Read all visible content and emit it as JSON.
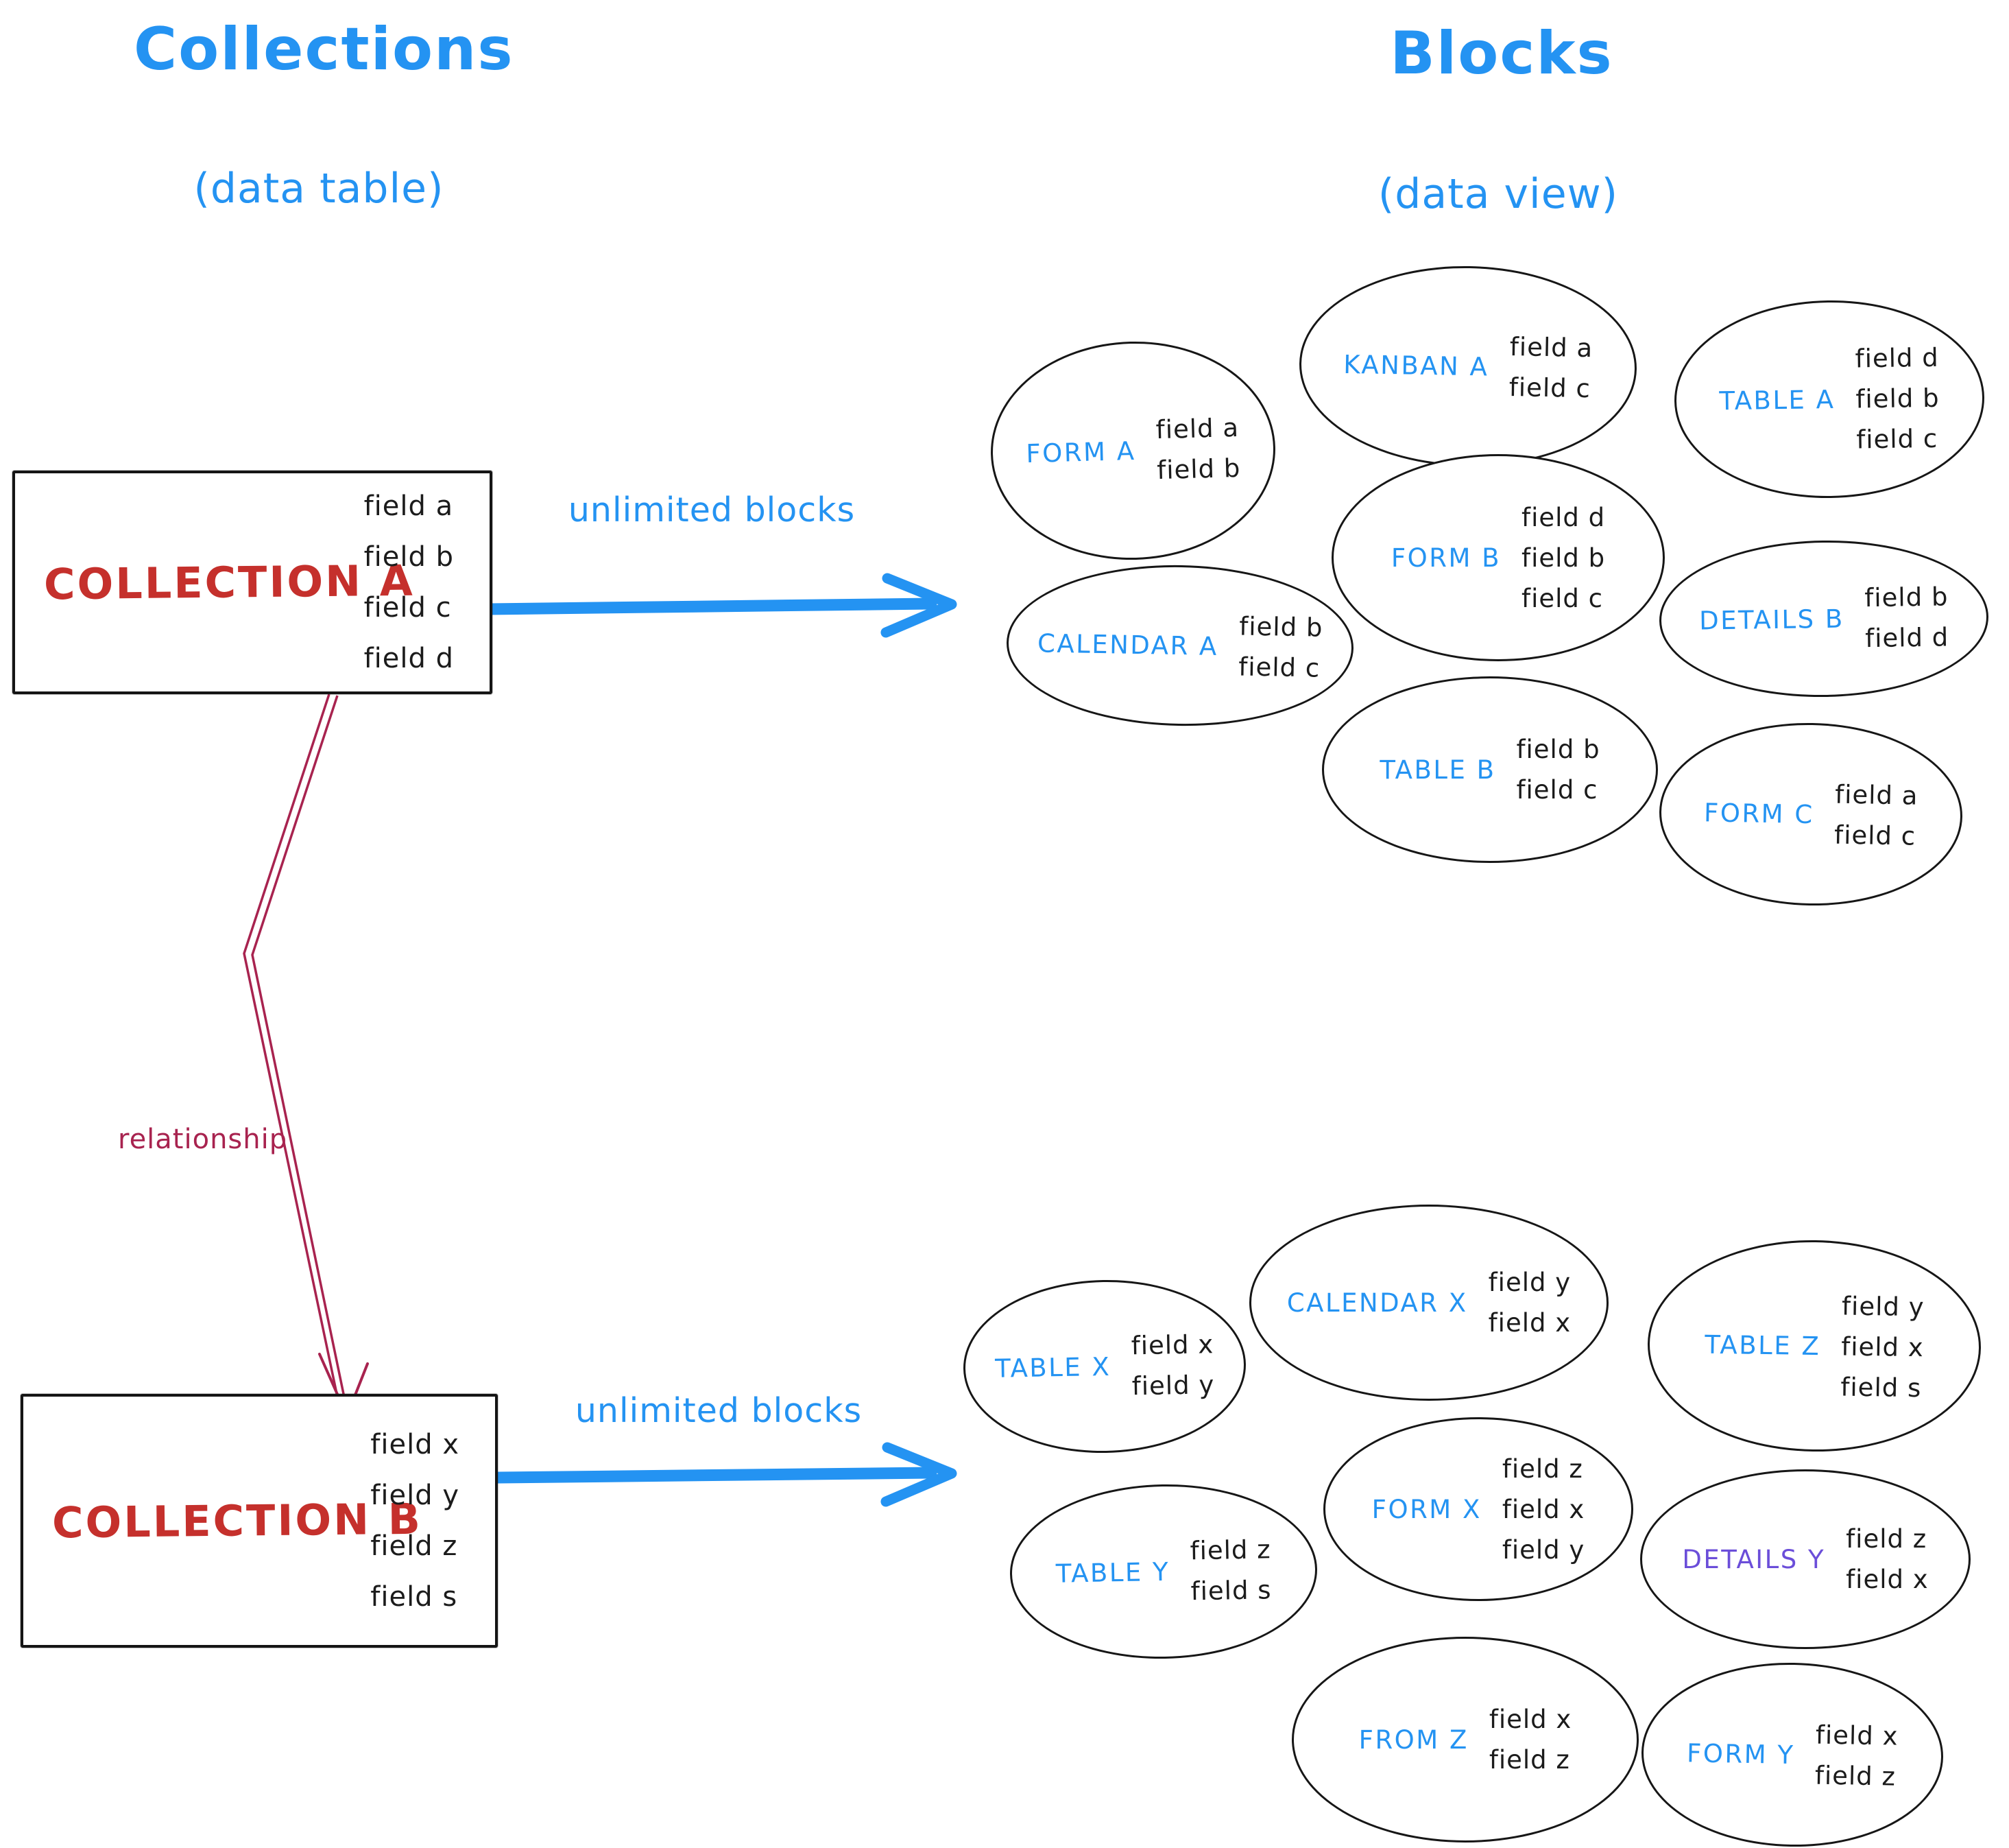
{
  "page": {
    "left_title": "Collections",
    "left_subtitle": "(data table)",
    "right_title": "Blocks",
    "right_subtitle": "(data view)"
  },
  "labels": {
    "unlimited_top": "unlimited blocks",
    "unlimited_bottom": "unlimited blocks",
    "relationship": "relationship"
  },
  "collection_a": {
    "name": "COLLECTION A",
    "fields": [
      "field a",
      "field b",
      "field c",
      "field d"
    ]
  },
  "collection_b": {
    "name": "COLLECTION B",
    "fields": [
      "field x",
      "field y",
      "field z",
      "field s"
    ]
  },
  "blocks_a": {
    "form_a": {
      "name": "FORM A",
      "fields": [
        "field a",
        "field b"
      ]
    },
    "kanban_a": {
      "name": "KANBAN A",
      "fields": [
        "field a",
        "field c"
      ]
    },
    "table_a": {
      "name": "TABLE A",
      "fields": [
        "field d",
        "field b",
        "field c"
      ]
    },
    "form_b": {
      "name": "FORM B",
      "fields": [
        "field d",
        "field b",
        "field c"
      ]
    },
    "calendar_a": {
      "name": "CALENDAR A",
      "fields": [
        "field b",
        "field c"
      ]
    },
    "details_b": {
      "name": "DETAILS B",
      "fields": [
        "field b",
        "field d"
      ]
    },
    "table_b": {
      "name": "TABLE B",
      "fields": [
        "field b",
        "field c"
      ]
    },
    "form_c": {
      "name": "FORM C",
      "fields": [
        "field a",
        "field c"
      ]
    }
  },
  "blocks_b": {
    "table_x": {
      "name": "TABLE X",
      "fields": [
        "field x",
        "field y"
      ]
    },
    "calendar_x": {
      "name": "CALENDAR X",
      "fields": [
        "field y",
        "field x"
      ]
    },
    "table_z": {
      "name": "TABLE Z",
      "fields": [
        "field y",
        "field x",
        "field s"
      ]
    },
    "form_x": {
      "name": "FORM X",
      "fields": [
        "field z",
        "field x",
        "field y"
      ]
    },
    "table_y": {
      "name": "TABLE Y",
      "fields": [
        "field z",
        "field s"
      ]
    },
    "details_y": {
      "name": "DETAILS Y",
      "fields": [
        "field z",
        "field x"
      ]
    },
    "from_z": {
      "name": "FROM Z",
      "fields": [
        "field x",
        "field z"
      ]
    },
    "form_y": {
      "name": "FORM Y",
      "fields": [
        "field x",
        "field z"
      ]
    }
  },
  "colors": {
    "blue": "#2493f2",
    "red": "#c5302c",
    "maroon": "#a8234f",
    "purple": "#6b4ed9",
    "ink": "#1b1b1b"
  }
}
